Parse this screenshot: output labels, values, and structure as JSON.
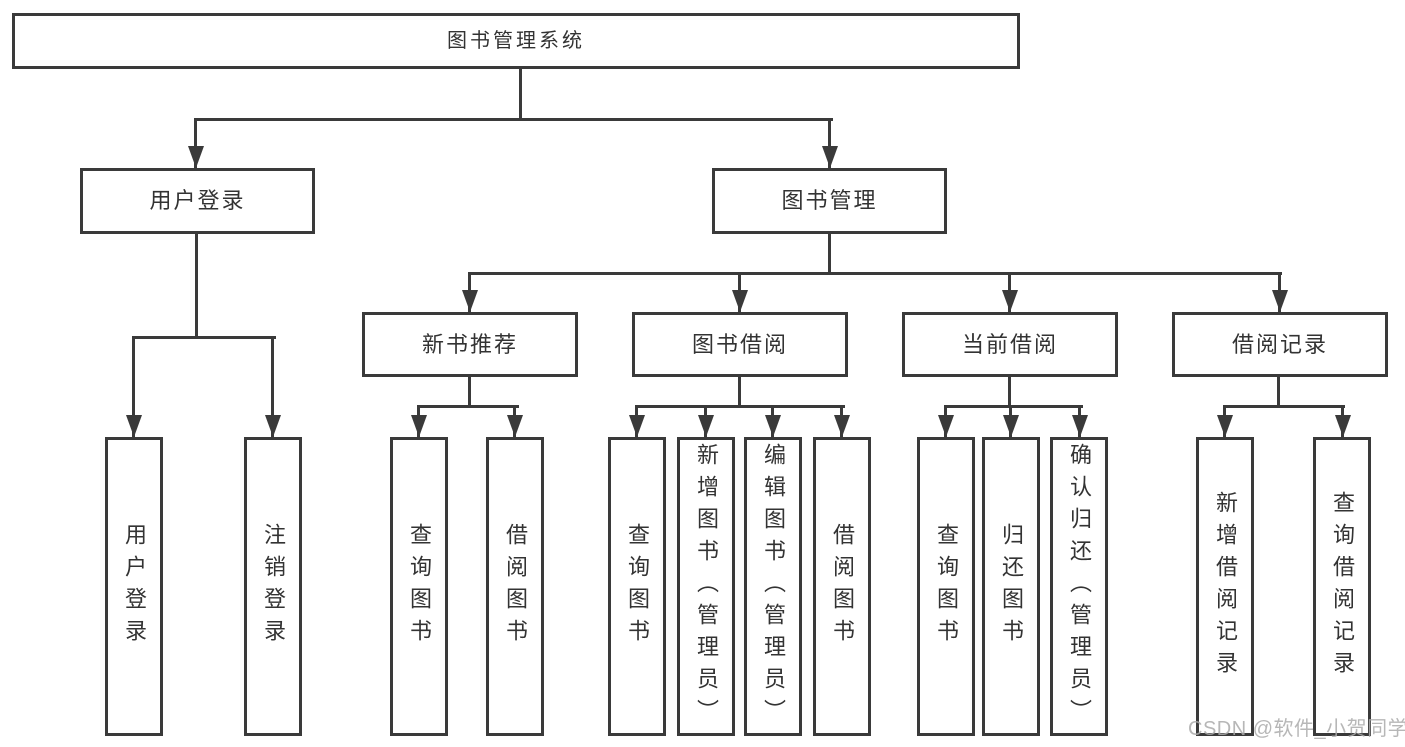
{
  "theme": {
    "line_color": "#3a3a3a",
    "text_color": "#333333",
    "box_bg": "#ffffff",
    "page_bg": "#ffffff",
    "watermark_color": "#ababab"
  },
  "tree": {
    "root": {
      "label": "图书管理系统"
    },
    "branches": {
      "user_login": {
        "label": "用户登录",
        "children": [
          {
            "label": "用户登录"
          },
          {
            "label": "注销登录"
          }
        ]
      },
      "book_mgmt": {
        "label": "图书管理",
        "children": [
          {
            "label": "新书推荐",
            "children": [
              {
                "label": "查询图书"
              },
              {
                "label": "借阅图书"
              }
            ]
          },
          {
            "label": "图书借阅",
            "children": [
              {
                "label": "查询图书"
              },
              {
                "label": "新增图书（管理员）"
              },
              {
                "label": "编辑图书（管理员）"
              },
              {
                "label": "借阅图书"
              }
            ]
          },
          {
            "label": "当前借阅",
            "children": [
              {
                "label": "查询图书"
              },
              {
                "label": "归还图书"
              },
              {
                "label": "确认归还（管理员）"
              }
            ]
          },
          {
            "label": "借阅记录",
            "children": [
              {
                "label": "新增借阅记录"
              },
              {
                "label": "查询借阅记录"
              }
            ]
          }
        ]
      }
    }
  },
  "watermark": {
    "text": "CSDN @软件_小贺同学"
  }
}
